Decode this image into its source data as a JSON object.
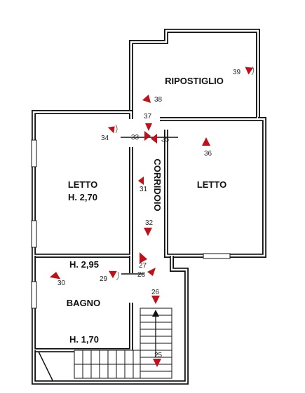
{
  "colors": {
    "wall": "#111111",
    "marker": "#c0101a",
    "background": "#ffffff"
  },
  "rooms": {
    "ripostiglio": "RIPOSTIGLIO",
    "letto_left": "LETTO",
    "letto_left_height": "H. 2,70",
    "letto_right": "LETTO",
    "corridoio": "CORRIDOIO",
    "bagno": "BAGNO",
    "bagno_height_top": "H. 2,95",
    "bagno_height_bottom": "H. 1,70"
  },
  "markers": [
    {
      "id": "m25",
      "label": "25",
      "icon": "camera-viewpoint-icon"
    },
    {
      "id": "m26",
      "label": "26",
      "icon": "camera-viewpoint-icon"
    },
    {
      "id": "m27",
      "label": "27",
      "icon": "camera-viewpoint-icon"
    },
    {
      "id": "m28",
      "label": "28",
      "icon": "camera-viewpoint-icon"
    },
    {
      "id": "m29",
      "label": "29",
      "icon": "camera-viewpoint-icon"
    },
    {
      "id": "m30",
      "label": "30",
      "icon": "camera-viewpoint-icon"
    },
    {
      "id": "m31",
      "label": "31",
      "icon": "camera-viewpoint-icon"
    },
    {
      "id": "m32",
      "label": "32",
      "icon": "camera-viewpoint-icon"
    },
    {
      "id": "m33",
      "label": "33",
      "icon": "camera-viewpoint-icon"
    },
    {
      "id": "m34",
      "label": "34",
      "icon": "camera-viewpoint-icon"
    },
    {
      "id": "m35",
      "label": "35",
      "icon": "camera-viewpoint-icon"
    },
    {
      "id": "m36",
      "label": "36",
      "icon": "camera-viewpoint-icon"
    },
    {
      "id": "m37",
      "label": "37",
      "icon": "camera-viewpoint-icon"
    },
    {
      "id": "m38",
      "label": "38",
      "icon": "camera-viewpoint-icon"
    },
    {
      "id": "m39",
      "label": "39",
      "icon": "camera-viewpoint-icon"
    }
  ]
}
